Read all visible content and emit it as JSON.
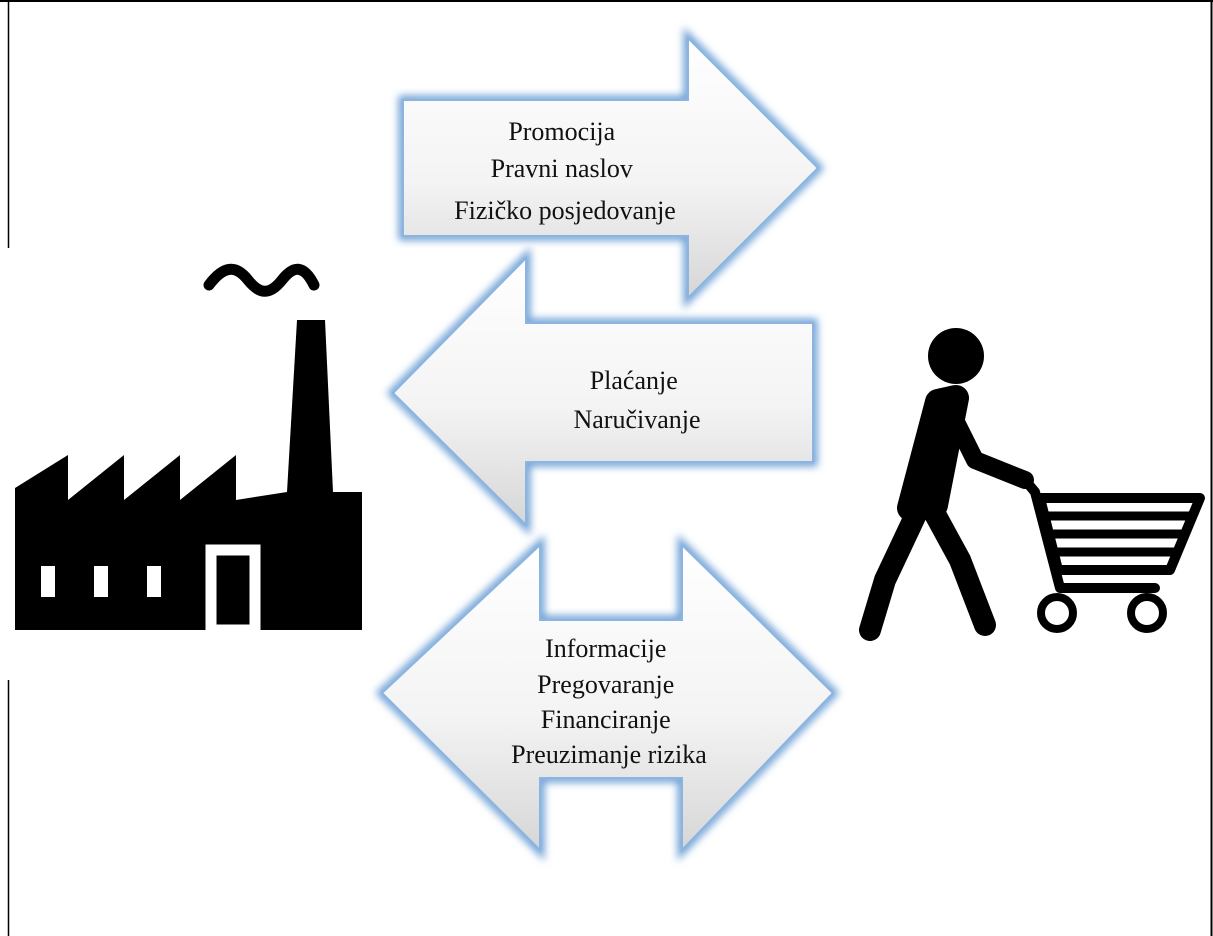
{
  "diagram": {
    "forward_arrow": {
      "lines": [
        "Promocija",
        "Pravni naslov",
        "Fizičko posjedovanje"
      ]
    },
    "backward_arrow": {
      "lines": [
        "Plaćanje",
        "Naručivanje"
      ]
    },
    "two_way_arrow": {
      "lines": [
        "Informacije",
        "Pregovaranje",
        "Financiranje",
        "Preuzimanje rizika"
      ]
    },
    "producer": {
      "icon": "factory-icon"
    },
    "consumer": {
      "icon": "shopper-with-cart-icon"
    },
    "colors": {
      "arrow_glow": "#6fa0d6",
      "arrow_fill_light": "#ffffff",
      "arrow_fill_dark": "#d9d9d9",
      "icon": "#000000",
      "frame": "#000000"
    }
  }
}
